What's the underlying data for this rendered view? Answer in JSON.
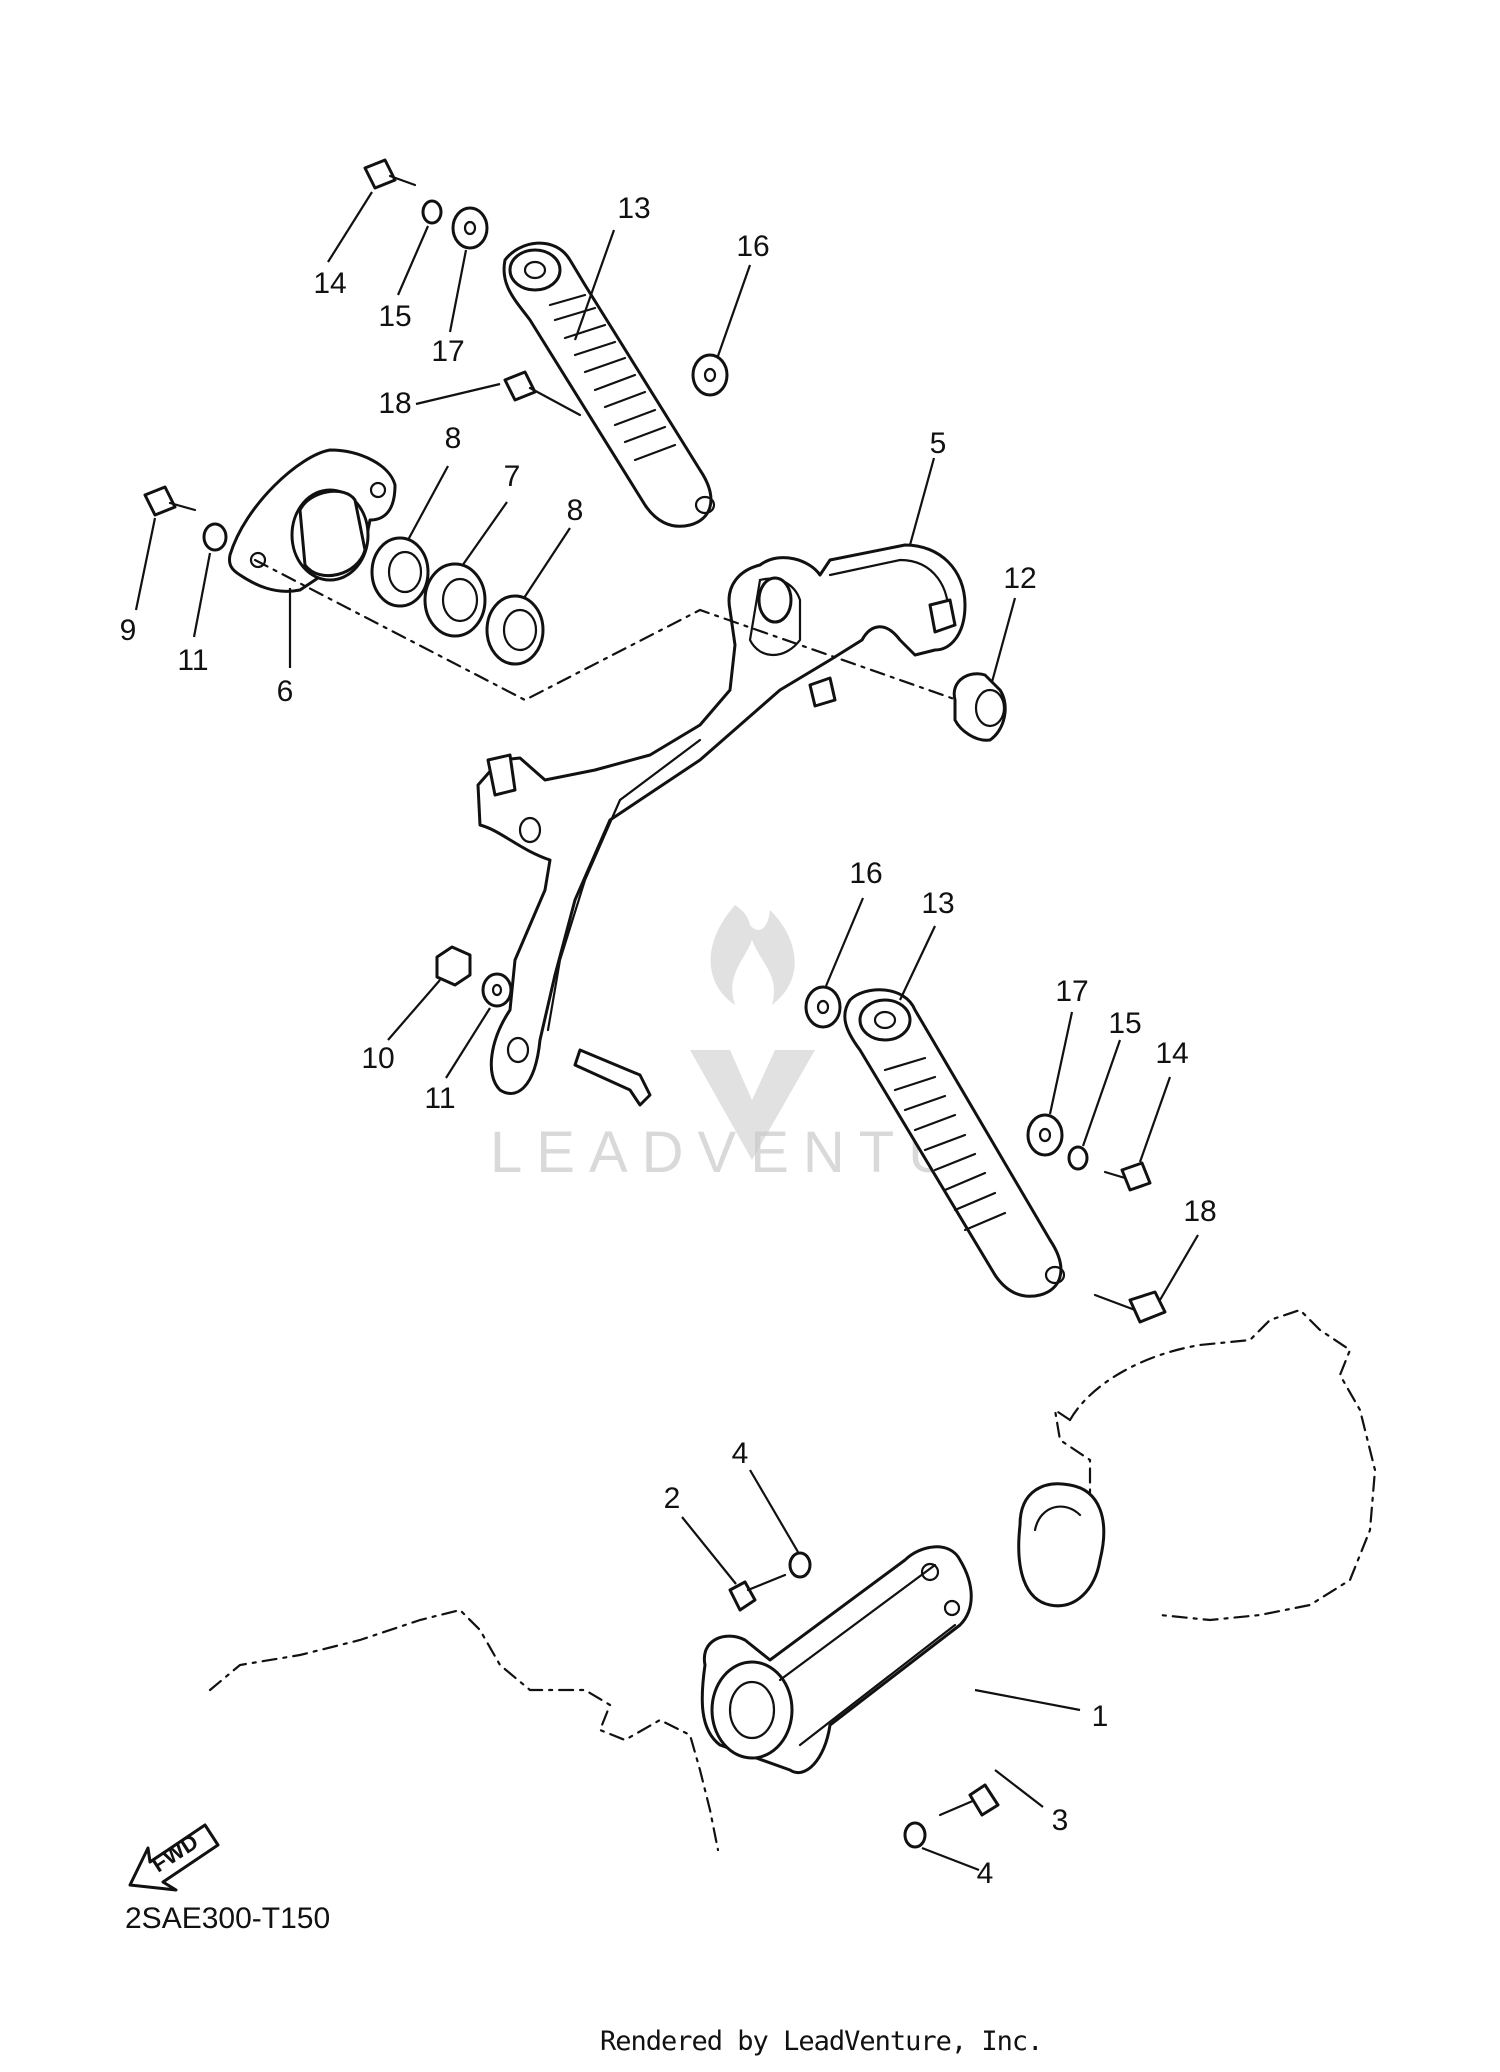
{
  "diagram": {
    "code": "2SAE300-T150",
    "credit": "Rendered by LeadVenture, Inc.",
    "watermark": "LEADVENTU",
    "fwd_label": "FWD",
    "callouts": [
      "1",
      "2",
      "3",
      "4",
      "4",
      "5",
      "6",
      "7",
      "8",
      "8",
      "9",
      "10",
      "11",
      "11",
      "12",
      "13",
      "13",
      "14",
      "14",
      "15",
      "15",
      "16",
      "16",
      "17",
      "17",
      "18",
      "18"
    ]
  }
}
